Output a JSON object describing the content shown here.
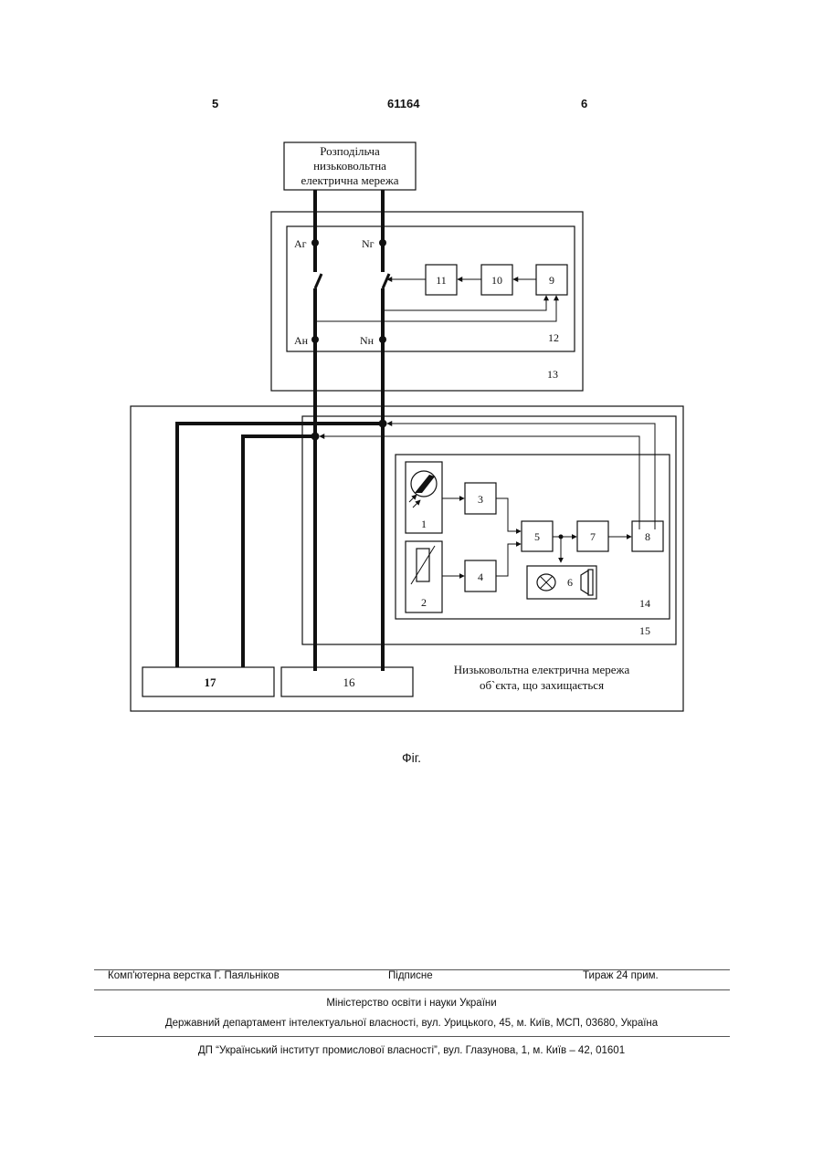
{
  "header": {
    "left": "5",
    "center": "61164",
    "right": "6"
  },
  "diagram": {
    "top_box": [
      "Розподільча",
      "низьковольтна",
      "електрична мережа"
    ],
    "labels": {
      "ag": "Аг",
      "ng": "Nг",
      "an": "Ан",
      "nn": "Nн",
      "b1": "1",
      "b2": "2",
      "b3": "3",
      "b4": "4",
      "b5": "5",
      "b6": "6",
      "b7": "7",
      "b8": "8",
      "b9": "9",
      "b10": "10",
      "b11": "11",
      "b12": "12",
      "b13": "13",
      "b14": "14",
      "b15": "15",
      "b16": "16",
      "b17": "17"
    },
    "network_label": [
      "Низьковольтна електрична мережа",
      "об`єкта, що захищається"
    ]
  },
  "caption": "Фіг.",
  "footer": {
    "layout": "Комп'ютерна верстка Г. Паяльніков",
    "signed": "Підписне",
    "circulation": "Тираж 24 прим.",
    "ministry": "Міністерство освіти і науки України",
    "department": "Державний департамент інтелектуальної власності, вул. Урицького, 45, м. Київ, МСП, 03680, Україна",
    "institute": "ДП “Український інститут промислової власності”, вул. Глазунова, 1, м. Київ – 42, 01601"
  }
}
